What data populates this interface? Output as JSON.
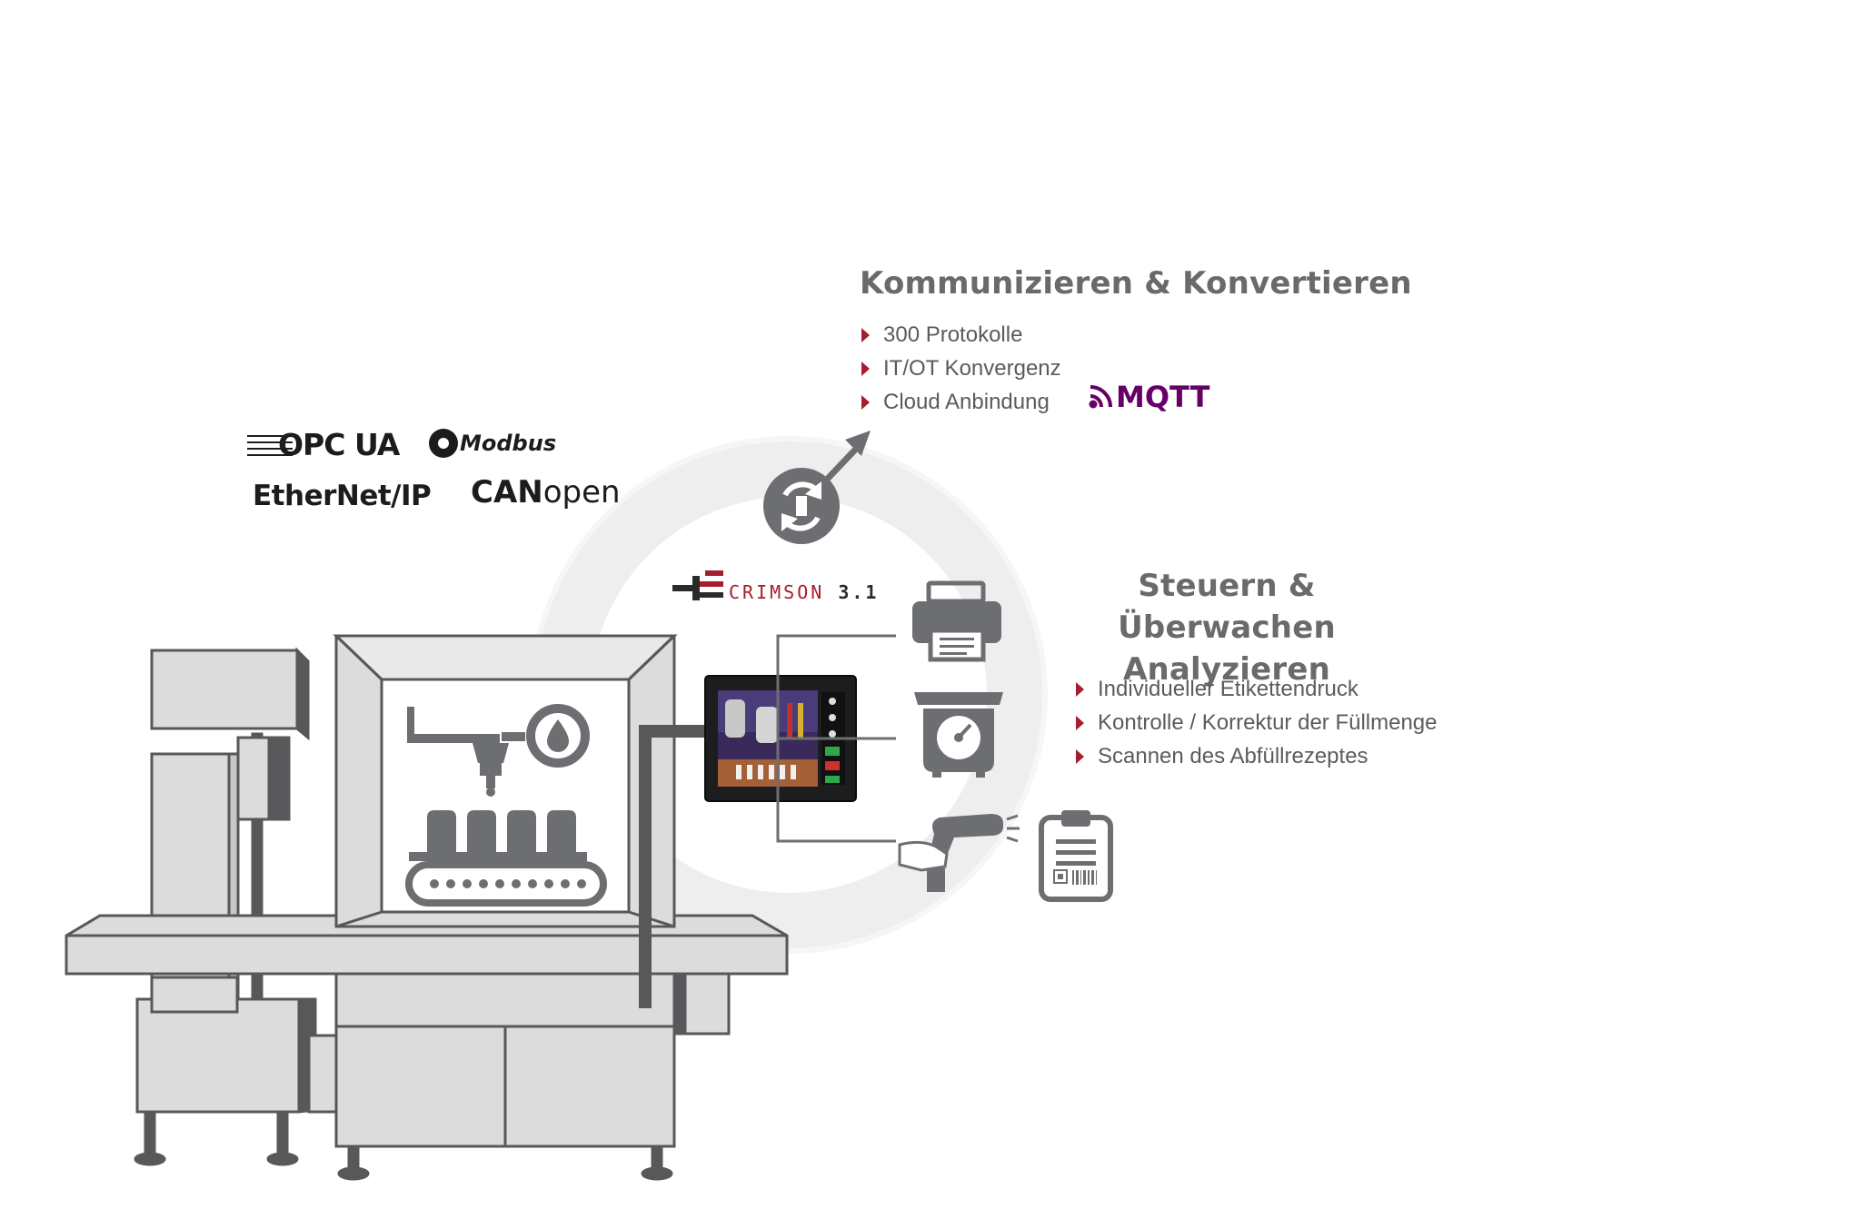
{
  "communicate": {
    "title": "Kommunizieren & Konvertieren",
    "items": [
      "300 Protokolle",
      "IT/OT Konvergenz",
      "Cloud Anbindung"
    ]
  },
  "control": {
    "title_line1": "Steuern & Überwachen",
    "title_line2": "Analyzieren",
    "items": [
      "Individueller Etikettendruck",
      "Kontrolle / Korrektur der Füllmenge",
      "Scannen des Abfüllrezeptes"
    ]
  },
  "protocol_logos": {
    "opcua": "OPC UA",
    "modbus": "Modbus",
    "ethernetip": "EtherNet/IP",
    "canopen_a": "CAN",
    "canopen_b": "open",
    "mqtt": "MQTT"
  },
  "software_logo": {
    "name": "CRIMSON",
    "version": "3.1"
  },
  "icons": [
    "sync-icon",
    "arrow-up-right-icon",
    "printer-icon",
    "scale-icon",
    "barcode-scanner-icon",
    "clipboard-barcode-icon",
    "wifi-signal-icon"
  ],
  "colors": {
    "heading_gray": "#6a6a6c",
    "bullet_red": "#a51e2b",
    "icon_gray": "#6d6e71",
    "crimson_red": "#a51e2b",
    "mqtt_purple": "#660066",
    "machine_fill": "#dcdcdd",
    "machine_stroke": "#58585a"
  }
}
